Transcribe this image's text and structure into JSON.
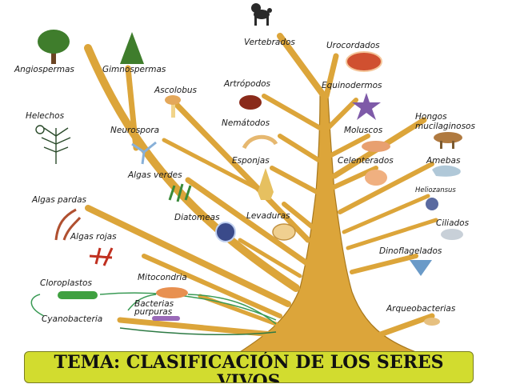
{
  "title": "TEMA: CLASIFICACIÓN DE LOS SERES VIVOS",
  "labels": {
    "vertebrados": "Vertebrados",
    "urocordados": "Urocordados",
    "angiospermas": "Angiospermas",
    "gimnospermas": "Gimnospermas",
    "ascolobus": "Ascolobus",
    "artropodos": "Artrópodos",
    "equinodermos": "Equinodermos",
    "helechos": "Helechos",
    "neurospora": "Neurospora",
    "nematodos": "Nemátodos",
    "moluscos": "Moluscos",
    "hongos_1": "Hongos",
    "hongos_2": "mucilaginosos",
    "esponjas": "Esponjas",
    "celenterados": "Celenterados",
    "amebas": "Amebas",
    "algas_verdes": "Algas verdes",
    "heliozoarios": "Heliozansus",
    "algas_pardas": "Algas pardas",
    "diatomeas": "Diatomeas",
    "levaduras": "Levaduras",
    "ciliados": "Ciliados",
    "algas_rojas": "Algas rojas",
    "dinoflagelados": "Dinoflagelados",
    "cloroplastos": "Cloroplastos",
    "mitocondria": "Mitocondria",
    "bacterias_1": "Bacterias",
    "bacterias_2": "purpuras",
    "cianobacteria": "Cyanobacteria",
    "arqueobacterias": "Arqueobacterias"
  },
  "colors": {
    "trunk": "#dca53a",
    "trunk_dark": "#a8781d",
    "banner": "#d2dc2f"
  }
}
